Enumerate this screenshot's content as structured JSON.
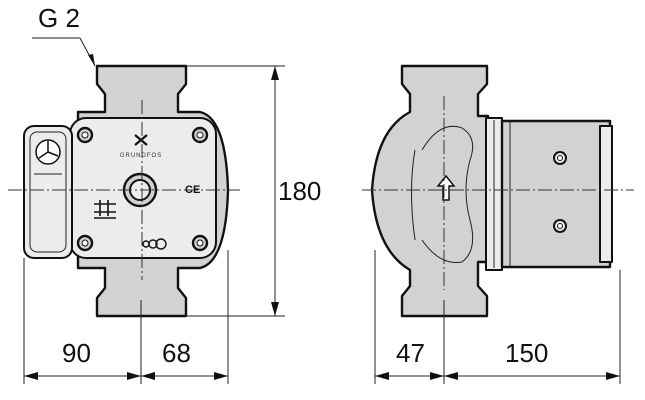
{
  "labels": {
    "connection": "G 2",
    "height": "180",
    "front_left": "90",
    "front_right": "68",
    "side_left": "47",
    "side_right": "150"
  },
  "logo_text": "GRUNDFOS",
  "colors": {
    "line": "#111111",
    "fill": "#d2d2d2",
    "background": "#ffffff"
  },
  "icons": [
    "fan-icon",
    "ce-mark-icon",
    "speed-setting-icon",
    "flow-arrow-icon"
  ]
}
